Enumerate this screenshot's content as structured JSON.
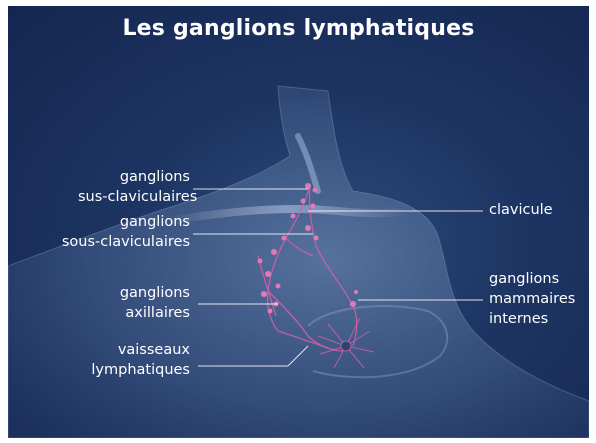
{
  "title": "Les ganglions lymphatiques",
  "labels": {
    "sus_claviculaires": [
      "ganglions",
      "sus-claviculaires"
    ],
    "sous_claviculaires": [
      "ganglions",
      "sous-claviculaires"
    ],
    "axillaires": [
      "ganglions",
      "axillaires"
    ],
    "vaisseaux": [
      "vaisseaux",
      "lymphatiques"
    ],
    "clavicule": "clavicule",
    "mammaires": [
      "ganglions",
      "mammaires",
      "internes"
    ]
  },
  "colors": {
    "background": "#1d3462",
    "body": "#6c85ad",
    "lymph": "#d75fa6",
    "text": "#ffffff"
  }
}
